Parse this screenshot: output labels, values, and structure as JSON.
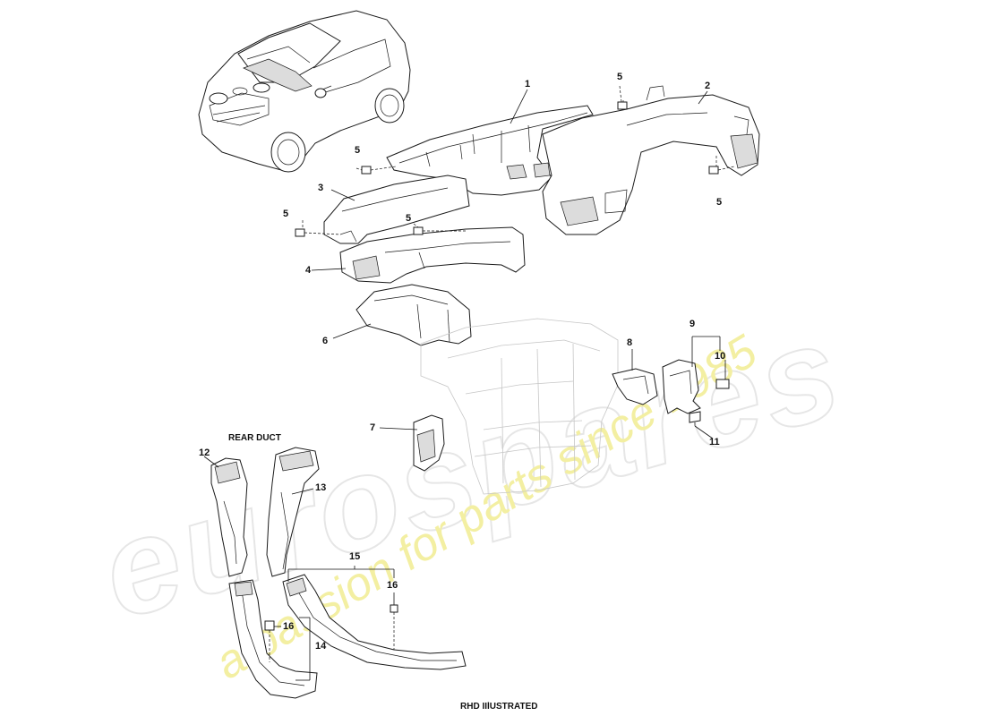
{
  "watermark": {
    "brand": "eurospares",
    "tagline": "a passion for parts since 1985"
  },
  "labels": {
    "rear_duct": "REAR DUCT",
    "footer": "RHD IIlUSTRATED"
  },
  "callouts": {
    "c1": "1",
    "c2": "2",
    "c3": "3",
    "c4": "4",
    "c5a": "5",
    "c5b": "5",
    "c5c": "5",
    "c5d": "5",
    "c5e": "5",
    "c6": "6",
    "c7": "7",
    "c8": "8",
    "c9": "9",
    "c10": "10",
    "c11": "11",
    "c12": "12",
    "c13": "13",
    "c14": "14",
    "c15": "15",
    "c16a": "16",
    "c16b": "16"
  }
}
